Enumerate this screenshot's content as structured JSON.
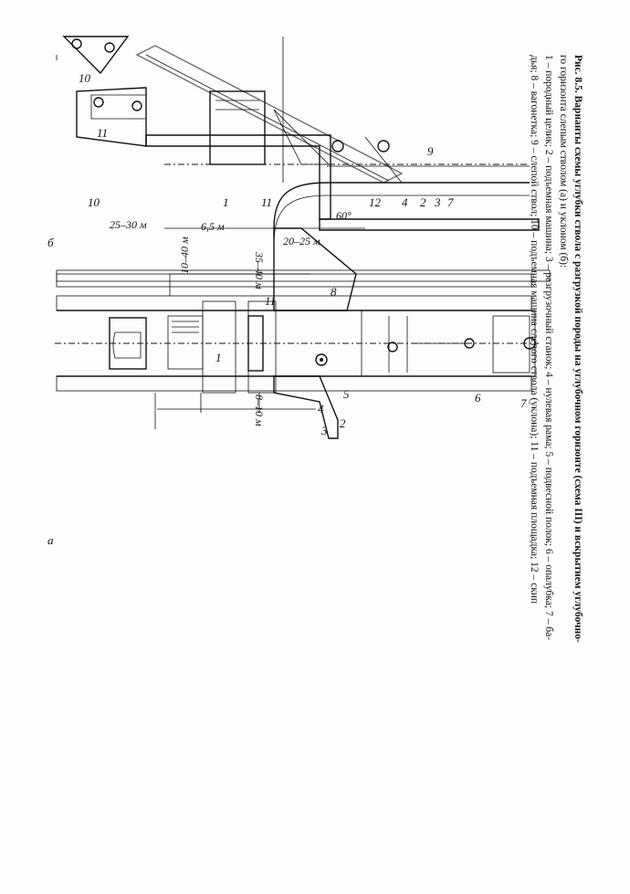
{
  "figure": {
    "panel_a": "а",
    "panel_b": "б",
    "labels_a": [
      "1",
      "2",
      "3",
      "4",
      "5",
      "6",
      "7",
      "8",
      "9",
      "10",
      "11",
      "11"
    ],
    "labels_b": [
      "1",
      "2",
      "3",
      "4",
      "7",
      "10",
      "11",
      "12"
    ],
    "dims_a": [
      "35–40 м",
      "8–10 м",
      "10–40 м"
    ],
    "dims_b": [
      "25–30 м",
      "20–25 м",
      "6,5 м",
      "60°"
    ]
  },
  "caption": {
    "title": "Рис. 8.5. Варианты схемы углубки ствола с разгрузкой породы на углубочном горизонте (схема III) и вскрытием углубочно-",
    "line2": "го горизонта слепым стволом (а) и уклоном (б):",
    "line3": "1 – породный целик; 2 – подъемная машина; 3 – разгрузочный станок; 4 – нулевая рама; 5 – подвесной полок; 6 – опалубка; 7 – ба-",
    "line4": "дья; 8 – вагонетка; 9 – слепой ствол; 10 – подъемная машина слепого ствола (уклона); 11 – подъемная площадка; 12 – скип"
  }
}
